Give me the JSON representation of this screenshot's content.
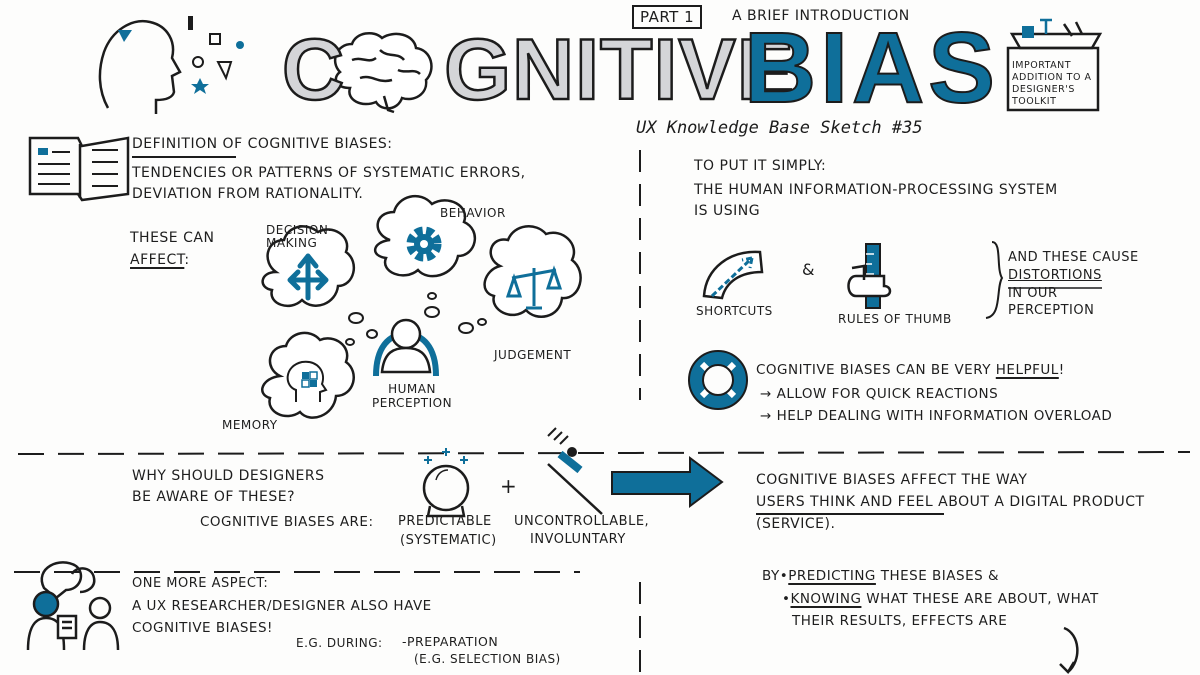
{
  "header": {
    "title_part1": "C",
    "title_part2": "GNITIVE",
    "title_bias": "BIAS",
    "part_label": "PART 1",
    "subtitle": "A BRIEF INTRODUCTION",
    "sketch_label": "UX Knowledge Base Sketch #35",
    "toolkit_note": "IMPORTANT ADDITION TO A DESIGNER'S TOOLKIT"
  },
  "definition": {
    "heading_underlined": "DEFINITION",
    "heading_rest": "OF COGNITIVE BIASES:",
    "line1": "TENDENCIES OR PATTERNS OF SYSTEMATIC ERRORS,",
    "line2": "DEVIATION FROM RATIONALITY.",
    "affect_line1": "THESE CAN",
    "affect_line2": "AFFECT",
    "affect_colon": ":",
    "labels": {
      "decision": "DECISION-\nMAKING",
      "behavior": "BEHAVIOR",
      "judgement": "JUDGEMENT",
      "memory": "MEMORY",
      "perception": "HUMAN\nPERCEPTION"
    }
  },
  "simply": {
    "line1": "TO PUT IT SIMPLY:",
    "line2": "THE HUMAN INFORMATION-PROCESSING SYSTEM",
    "line3": "IS USING",
    "shortcuts": "SHORTCUTS",
    "ampersand": "&",
    "rules": "RULES OF THUMB",
    "cause1": "AND THESE CAUSE",
    "cause2": "DISTORTIONS",
    "cause3": "IN OUR",
    "cause4": "PERCEPTION",
    "helpful_pre": "COGNITIVE BIASES CAN BE VERY",
    "helpful_word": "HELPFUL",
    "helpful_bang": "!",
    "bullet1": "→ ALLOW FOR QUICK REACTIONS",
    "bullet2": "→ HELP DEALING WITH INFORMATION OVERLOAD"
  },
  "why": {
    "line1": "WHY SHOULD DESIGNERS",
    "line2": "BE AWARE OF THESE?",
    "are_label": "COGNITIVE BIASES ARE:",
    "predictable": "PREDICTABLE",
    "systematic": "(SYSTEMATIC)",
    "plus": "+",
    "uncontrollable": "UNCONTROLLABLE,",
    "involuntary": "INVOLUNTARY"
  },
  "affect": {
    "line1": "COGNITIVE BIASES AFFECT THE WAY",
    "line2_underlined": "USERS THINK AND FEEL",
    "line2_rest": "ABOUT A DIGITAL PRODUCT",
    "line3": "(SERVICE)."
  },
  "aspect": {
    "line1": "ONE MORE ASPECT:",
    "line2": "A UX RESEARCHER/DESIGNER ALSO HAVE",
    "line3": "COGNITIVE BIASES!",
    "eg": "E.G. DURING:",
    "prep": "-PREPARATION",
    "prep_sub": "(E.G. SELECTION BIAS)"
  },
  "predict": {
    "by": "BY",
    "pred_underlined": "PREDICTING",
    "pred_rest": "THESE BIASES &",
    "know_underlined": "KNOWING",
    "know_rest": "WHAT THESE ARE ABOUT, WHAT",
    "line3": "THEIR RESULTS, EFFECTS ARE"
  },
  "colors": {
    "accent": "#0f6f9a",
    "ink": "#1c1c1c",
    "grey": "#c8c9cc"
  }
}
